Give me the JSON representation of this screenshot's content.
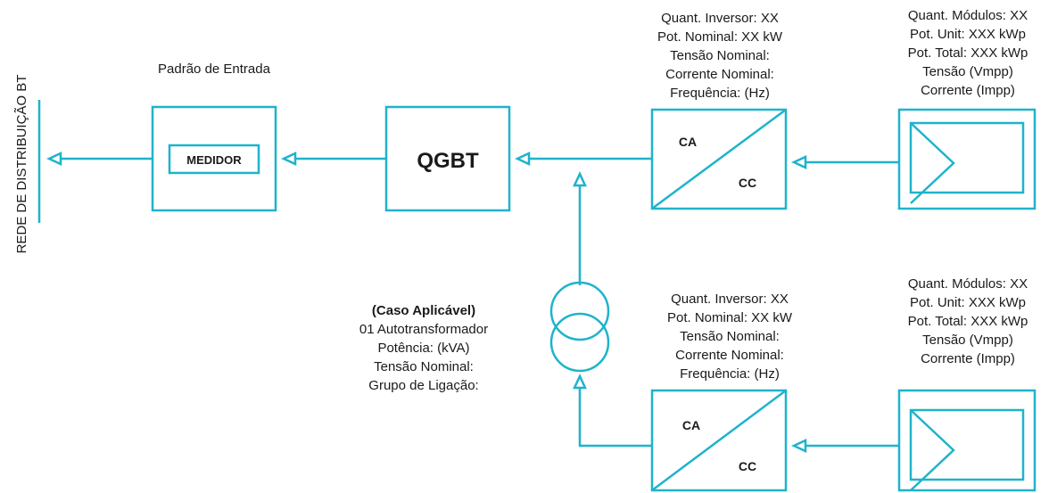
{
  "grid_label": "REDE DE DISTRIBUIÇÃO BT",
  "entry": {
    "title": "Padrão de Entrada",
    "meter_label": "MEDIDOR"
  },
  "qgbt": {
    "label": "QGBT"
  },
  "inverter_top": {
    "ac_label": "CA",
    "dc_label": "CC",
    "specs": [
      "Quant. Inversor: XX",
      "Pot. Nominal: XX kW",
      "Tensão Nominal:",
      "Corrente Nominal:",
      "Frequência: (Hz)"
    ]
  },
  "modules_top": {
    "specs": [
      "Quant. Módulos: XX",
      "Pot. Unit: XXX kWp",
      "Pot. Total: XXX kWp",
      "Tensão (Vmpp)",
      "Corrente (Impp)"
    ]
  },
  "transformer": {
    "specs": [
      "(Caso Aplicável)",
      "01 Autotransformador",
      "Potência: (kVA)",
      "Tensão Nominal:",
      "Grupo de Ligação:"
    ]
  },
  "inverter_bottom": {
    "ac_label": "CA",
    "dc_label": "CC",
    "specs": [
      "Quant. Inversor: XX",
      "Pot. Nominal: XX kW",
      "Tensão Nominal:",
      "Corrente Nominal:",
      "Frequência: (Hz)"
    ]
  },
  "modules_bottom": {
    "specs": [
      "Quant. Módulos: XX",
      "Pot. Unit: XXX kWp",
      "Pot. Total: XXX kWp",
      "Tensão (Vmpp)",
      "Corrente (Impp)"
    ]
  },
  "colors": {
    "accent": "#1fb3cc",
    "text": "#1a1a1a"
  }
}
